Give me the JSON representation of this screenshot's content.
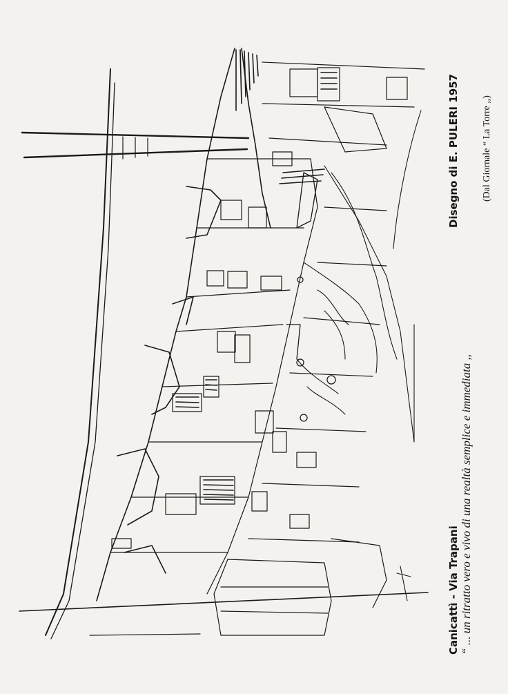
{
  "caption": {
    "title": "Canicattì - Via Trapani",
    "author": "Disegno di E. PULERI 1957",
    "quote": "“ ... un ritratto vero e vivo di una realtà semplice e immediata ,,",
    "source": "(Dal Giornale “ La Torre ,,)"
  },
  "colors": {
    "paper": "#f3f2ee",
    "ink": "#141414"
  }
}
